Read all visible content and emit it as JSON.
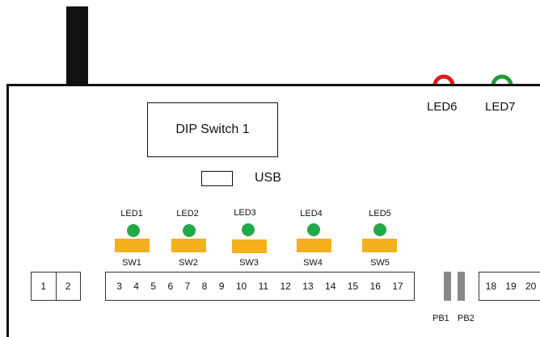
{
  "dip_switch": {
    "label": "DIP Switch 1"
  },
  "usb": {
    "label": "USB"
  },
  "leds": [
    {
      "label": "LED1",
      "color": "#22a84a"
    },
    {
      "label": "LED2",
      "color": "#22a84a"
    },
    {
      "label": "LED3",
      "color": "#22a84a"
    },
    {
      "label": "LED4",
      "color": "#22a84a"
    },
    {
      "label": "LED5",
      "color": "#22a84a"
    }
  ],
  "switches": [
    {
      "label": "SW1",
      "color": "#f5b01c"
    },
    {
      "label": "SW2",
      "color": "#f5b01c"
    },
    {
      "label": "SW3",
      "color": "#f5b01c"
    },
    {
      "label": "SW4",
      "color": "#f5b01c"
    },
    {
      "label": "SW5",
      "color": "#f5b01c"
    }
  ],
  "terminals": {
    "block_a": [
      "1",
      "2"
    ],
    "block_b": [
      "3",
      "4",
      "5",
      "6",
      "7",
      "8",
      "9",
      "10",
      "11",
      "12",
      "13",
      "14",
      "15",
      "16",
      "17"
    ],
    "block_c": [
      "18",
      "19",
      "20"
    ]
  },
  "push_buttons": [
    {
      "label": "PB1"
    },
    {
      "label": "PB2"
    }
  ],
  "side_leds": [
    {
      "label": "LED6",
      "color": "#e01b1b"
    },
    {
      "label": "LED7",
      "color": "#1f9a3a"
    }
  ]
}
